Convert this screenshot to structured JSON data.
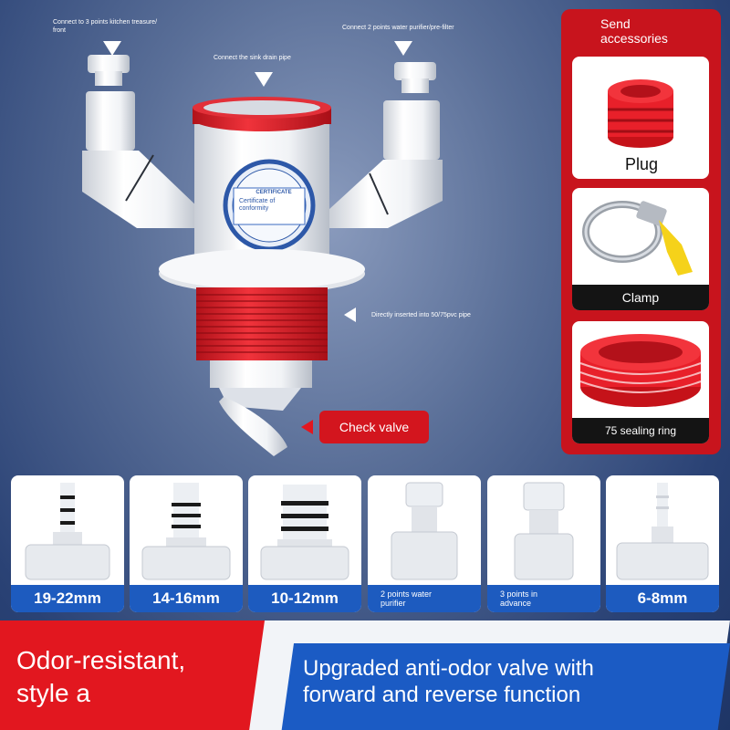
{
  "callouts": {
    "kitchen": "Connect to 3 points kitchen treasure/\nfront",
    "sink": "Connect the sink drain pipe",
    "purifier": "Connect 2 points water purifier/pre-filter",
    "inserted": "Directly inserted into 50/75pvc pipe",
    "check_valve": "Check valve"
  },
  "certificate": {
    "title": "CERTIFICATE",
    "subtitle": "Certificate of\nconformity"
  },
  "accessories": {
    "title": "Send\naccessories",
    "items": [
      {
        "label": "Plug"
      },
      {
        "label": "Clamp"
      },
      {
        "label": "75 sealing ring"
      }
    ]
  },
  "fittings": [
    {
      "label": "19-22mm"
    },
    {
      "label": "14-16mm"
    },
    {
      "label": "10-12mm"
    },
    {
      "label": "2 points water\npurifier"
    },
    {
      "label": "3 points in\nadvance"
    },
    {
      "label": "6-8mm"
    }
  ],
  "banner": {
    "left": "Odor-resistant,\nstyle a",
    "right": "Upgraded anti-odor valve with\nforward and reverse function"
  },
  "colors": {
    "brand_red": "#e2171f",
    "brand_blue": "#1b5bc4",
    "dark_bar": "#141414",
    "pipe_red": "#e8202a"
  }
}
